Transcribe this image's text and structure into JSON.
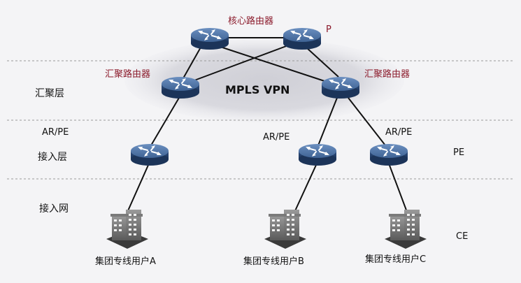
{
  "layers": {
    "aggregation": "汇聚层",
    "access": "接入层",
    "access_network": "接入网"
  },
  "cloud_label": "MPLS VPN",
  "side_labels": {
    "ar_pe": "AR/PE",
    "pe": "PE",
    "ce": "CE"
  },
  "routers": {
    "core_title": "核心路由器",
    "core_p": "P",
    "agg_left": "汇聚路由器",
    "agg_right": "汇聚路由器",
    "access_b": "AR/PE",
    "access_c": "AR/PE"
  },
  "customers": {
    "a": "集团专线用户A",
    "b": "集团专线用户B",
    "c": "集团专线用户C"
  },
  "colors": {
    "router_label": "#8b1a2b",
    "text": "#111111",
    "router_top": "#4a6fa0",
    "router_body": "#2b4a78",
    "link": "#111111",
    "cloud": "#d6d6dc",
    "divider": "#9a9a9a"
  }
}
